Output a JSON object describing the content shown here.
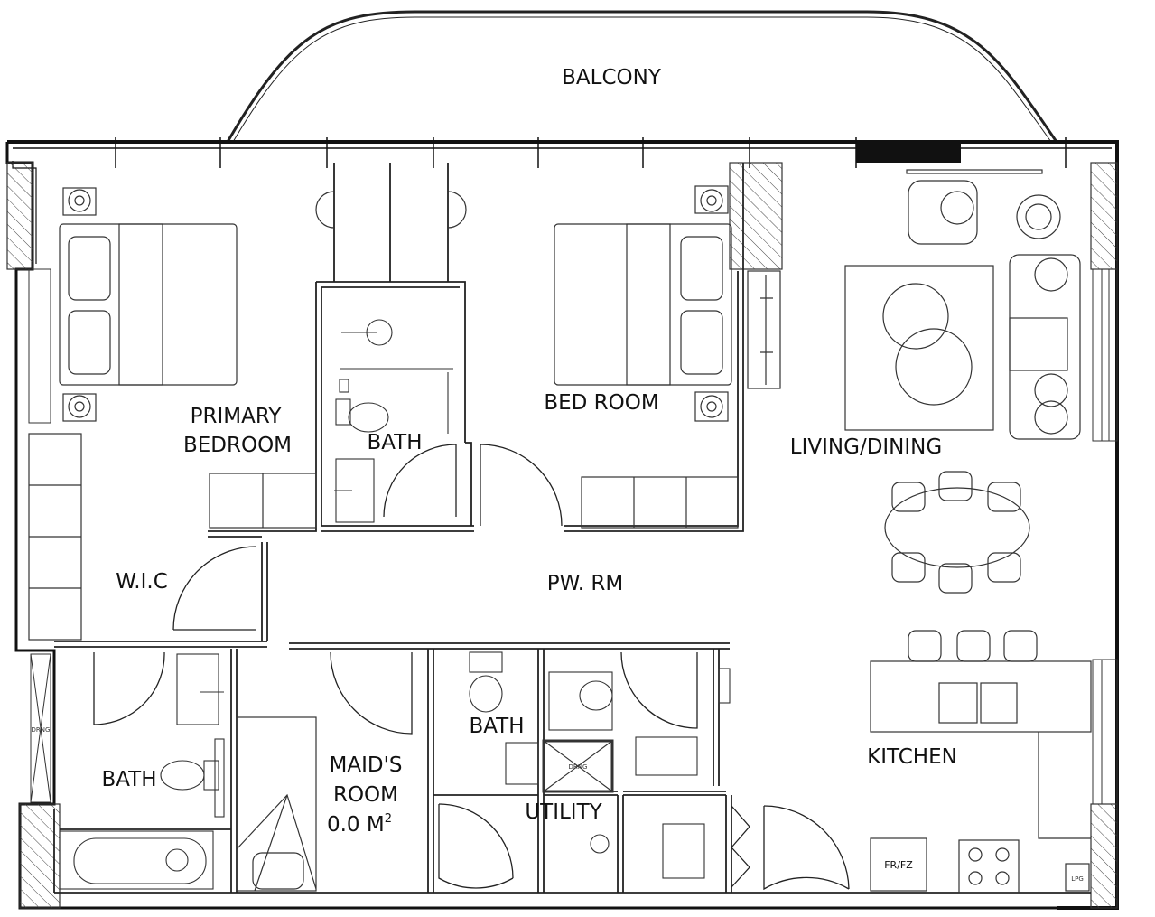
{
  "rooms": {
    "balcony": "BALCONY",
    "primary_bedroom_line1": "PRIMARY",
    "primary_bedroom_line2": "BEDROOM",
    "bath_center": "BATH",
    "bed_room": "BED ROOM",
    "living_dining": "LIVING/DINING",
    "wic": "W.I.C",
    "powder_room": "PW. RM",
    "bath_left": "BATH",
    "maids_line1": "MAID'S",
    "maids_line2": "ROOM",
    "maids_area_value": "0.0 M",
    "maids_area_unit_exp": "2",
    "bath_utility": "BATH",
    "utility": "UTILITY",
    "kitchen": "KITCHEN"
  },
  "fixture_tags": {
    "drain_left": "DRNG",
    "drain_utility": "DRNG",
    "fridge": "FR/FZ",
    "lpg": "LPG"
  }
}
